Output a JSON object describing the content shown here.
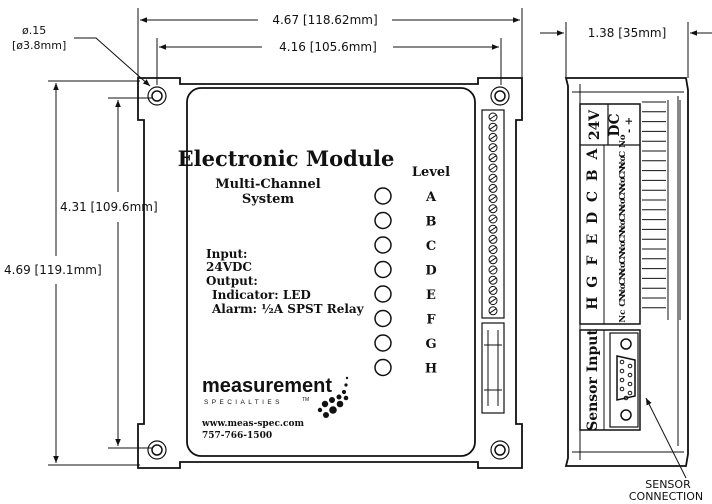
{
  "dimensions": {
    "overall_width": "4.67  [118.62mm]",
    "hole_spacing_width": "4.16  [105.6mm]",
    "hole_diameter": "ø.15",
    "hole_diameter_mm": "[ø3.8mm]",
    "hole_spacing_height": "4.31  [109.6mm]",
    "overall_height": "4.69  [119.1mm]",
    "depth": "1.38  [35mm]"
  },
  "front_label": {
    "title": "Electronic Module",
    "subtitle_line1": "Multi-Channel",
    "subtitle_line2": "System",
    "level_heading": "Level",
    "levels": [
      "A",
      "B",
      "C",
      "D",
      "E",
      "F",
      "G",
      "H"
    ],
    "input_heading": "Input:",
    "input_value": "24VDC",
    "output_heading": "Output:",
    "indicator": "Indicator: LED",
    "alarm": "Alarm: ½A SPST Relay"
  },
  "brand": {
    "name": "measurement",
    "tagline": "SPECIALTIES",
    "trademark": "TM",
    "website": "www.meas-spec.com",
    "phone": "757-766-1500"
  },
  "side_view": {
    "power_label": "24V",
    "power_sub": "DC",
    "polarity": "- +",
    "channels": [
      "A",
      "B",
      "C",
      "D",
      "E",
      "F",
      "G",
      "H"
    ],
    "contact_label": "Nc C No",
    "sensor_input": "Sensor Input",
    "callout": [
      "SENSOR",
      "CONNECTION"
    ]
  }
}
